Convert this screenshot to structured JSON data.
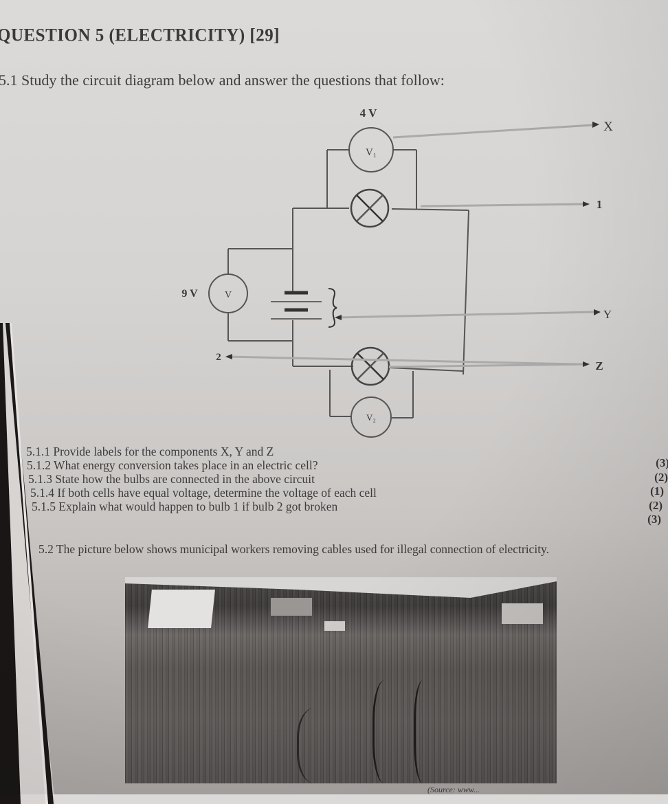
{
  "document": {
    "title": "QUESTION 5 (ELECTRICITY) [29]",
    "intro": "5.1 Study the circuit diagram below and answer the questions that follow:"
  },
  "circuit": {
    "voltmeter_v1": {
      "symbol": "V₁",
      "reading": "4 V"
    },
    "voltmeter_v": {
      "symbol": "V",
      "reading": "9 V"
    },
    "voltmeter_v2": {
      "symbol": "V₂"
    },
    "bulb_1_label": "1",
    "bulb_2_label": "2",
    "pointer_labels": {
      "x": "X",
      "y": "Y",
      "z": "Z"
    },
    "components": [
      "voltmeter V1 across bulb 1",
      "bulb 1",
      "voltmeter V across cells",
      "two cells (battery)",
      "bulb 2",
      "voltmeter V2 across bulb 2"
    ]
  },
  "questions": [
    {
      "number": "5.1.1",
      "text": "5.1.1 Provide labels for the components X, Y and Z",
      "marks": "(3)"
    },
    {
      "number": "5.1.2",
      "text": "5.1.2 What energy conversion takes place in an electric cell?",
      "marks": "(2)"
    },
    {
      "number": "5.1.3",
      "text": "5.1.3 State how the bulbs are connected in the above circuit",
      "marks": "(1)"
    },
    {
      "number": "5.1.4",
      "text": "5.1.4 If both cells have equal voltage, determine the voltage of each cell",
      "marks": "(2)"
    },
    {
      "number": "5.1.5",
      "text": "5.1.5 Explain what would happen to bulb 1 if bulb 2 got broken",
      "marks": "(3)"
    }
  ],
  "section_5_2": {
    "text": "5.2 The picture below shows municipal workers removing cables used for illegal connection of electricity.",
    "photo_alt": "Black-and-white photo of municipal workers removing illegal electricity connection cables in an informal settlement",
    "caption": "(Source: www..."
  }
}
